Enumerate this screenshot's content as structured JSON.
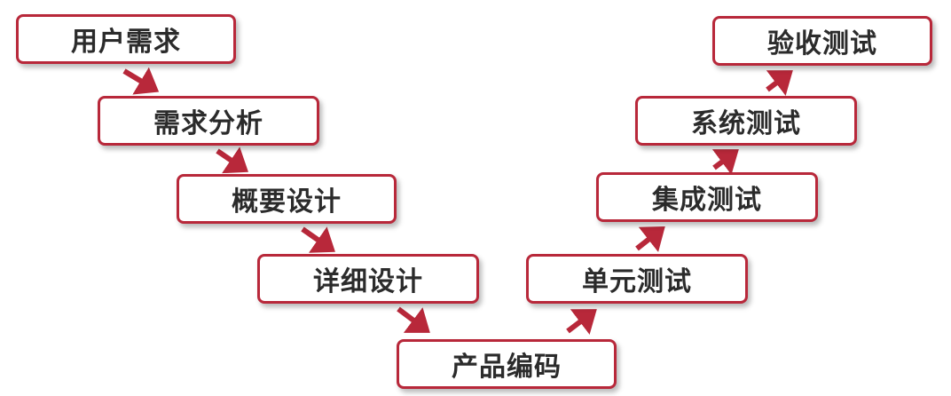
{
  "colors": {
    "accent": "#b8283a",
    "text": "#2b2b2b",
    "background": "#ffffff"
  },
  "stages": [
    {
      "id": "user-requirements",
      "label": "用户需求"
    },
    {
      "id": "requirements-analysis",
      "label": "需求分析"
    },
    {
      "id": "outline-design",
      "label": "概要设计"
    },
    {
      "id": "detailed-design",
      "label": "详细设计"
    },
    {
      "id": "coding",
      "label": "产品编码"
    },
    {
      "id": "unit-test",
      "label": "单元测试"
    },
    {
      "id": "integration-test",
      "label": "集成测试"
    },
    {
      "id": "system-test",
      "label": "系统测试"
    },
    {
      "id": "acceptance-test",
      "label": "验收测试"
    }
  ]
}
